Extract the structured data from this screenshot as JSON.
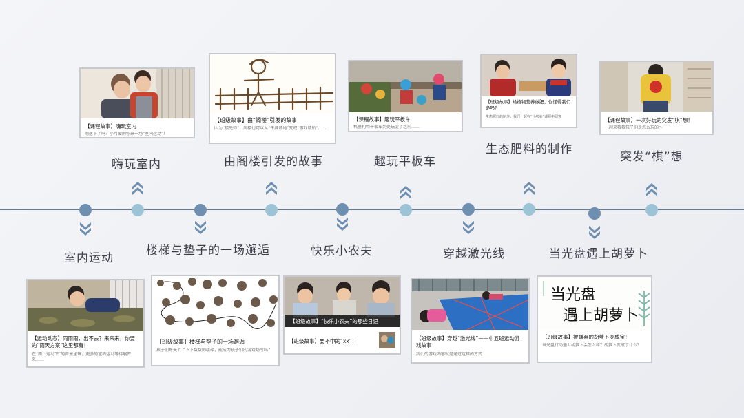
{
  "timeline": {
    "events_top": [
      {
        "label": "嗨玩室内",
        "card_title": "【课程故事】嗨玩室内",
        "card_desc": "雨落下了吗？小可爱的你来一场“室内运动”！"
      },
      {
        "label": "由阁楼引发的故事",
        "card_title": "【班级故事】由“阁楼”引发的故事",
        "card_desc": "因为“楼先师”，阁楼也可以从“牛腩场地”变成“游戏场所”……"
      },
      {
        "label": "趣玩平板车",
        "card_title": "【课程故事】趣玩平板车",
        "card_desc": "机器利用平板车到处玩耍了之前……"
      },
      {
        "label": "生态肥料的制作",
        "card_title": "【班级故事】给植物营养做肥，你懂得我们多吗？",
        "card_desc": "生态肥料的制作，我们一起在“小农夫”课程中研究"
      },
      {
        "label": "突发“棋”想",
        "card_title": "【课程故事】一次好玩的突发“棋”想！",
        "card_desc": "一起来看看孩子们是怎么玩的～"
      }
    ],
    "events_bottom": [
      {
        "label": "室内运动",
        "card_title": "【运动动态】雨雨雨，出不去？来来来，你要的“雨天方案”这里都有！",
        "card_desc": "在“雨，运动下”的背景里玩，更多的室内运动等待展开来……"
      },
      {
        "label": "楼梯与垫子的一场邂逅",
        "card_title": "【班级故事】楼梯与垫子的一场邂逅",
        "card_desc": "孩子们每天上上下下数数的楼梯，能成为孩子们的游戏场所吗？"
      },
      {
        "label": "快乐小农夫",
        "card_title": "【班级故事】要不中的“xx”！",
        "card_caption": "【班级故事】“快乐小农夫”的那些日记"
      },
      {
        "label": "穿越激光线",
        "card_title": "【班级故事】穿越“激光线”——中五班运动游戏故事",
        "card_desc": "我们的游戏内容就是通过这样的方式……"
      },
      {
        "label": "当光盘遇上胡萝卜",
        "card_title": "【班级故事】被嫌弃的胡萝卜变成宝！",
        "card_desc": "当光盘行动遇上胡萝卜会怎么样？胡萝卜变成了什么？",
        "handwritten_line1": "当光盘",
        "handwritten_line2": "遇上胡萝卜"
      }
    ]
  },
  "colors": {
    "axis": "#6a7a8a",
    "node_dark": "#6f8fb0",
    "node_light": "#9cc3d6",
    "chevron": "#6f8fb0"
  }
}
